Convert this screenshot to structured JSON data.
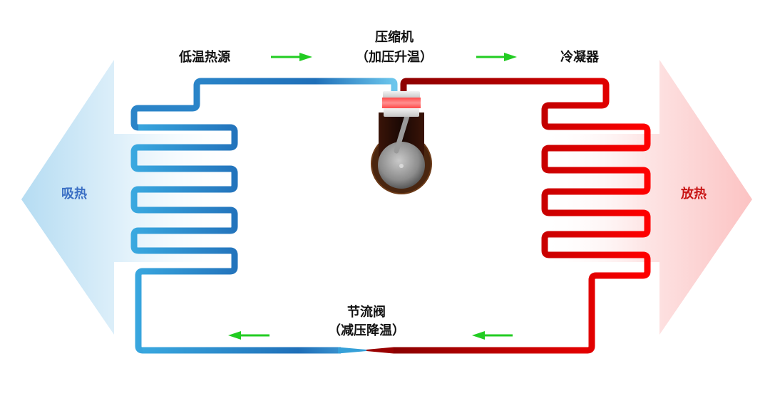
{
  "title": "热泵工作原理示意图",
  "labels": {
    "heat_source": "低温热源",
    "compressor_line1": "压缩机",
    "compressor_line2": "（加压升温）",
    "condenser": "冷凝器",
    "valve_line1": "节流阀",
    "valve_line2": "（减压降温）",
    "absorb_heat": "吸热",
    "release_heat": "放热"
  },
  "components": [
    {
      "id": "evaporator",
      "side": "left",
      "medium": "cold",
      "label": "低温热源",
      "heat": "吸热"
    },
    {
      "id": "compressor",
      "function": "加压升温",
      "label": "压缩机"
    },
    {
      "id": "condenser",
      "side": "right",
      "medium": "hot",
      "label": "冷凝器",
      "heat": "放热"
    },
    {
      "id": "expansion-valve",
      "function": "减压降温",
      "label": "节流阀"
    }
  ],
  "flow": {
    "direction": "clockwise",
    "arrows": [
      "right",
      "right",
      "left",
      "left"
    ]
  },
  "colors": {
    "cold_pipe_light": "#3aa9e0",
    "cold_pipe_dark": "#1f6eb5",
    "hot_pipe_dark": "#a50000",
    "hot_pipe_bright": "#f20000",
    "absorb_arrow": "#bfe0f3",
    "release_arrow": "#fcc8c8",
    "absorb_text": "#3a6fc4",
    "release_text": "#c81414",
    "flow_arrow": "#22cc22",
    "label_text": "#111111"
  }
}
